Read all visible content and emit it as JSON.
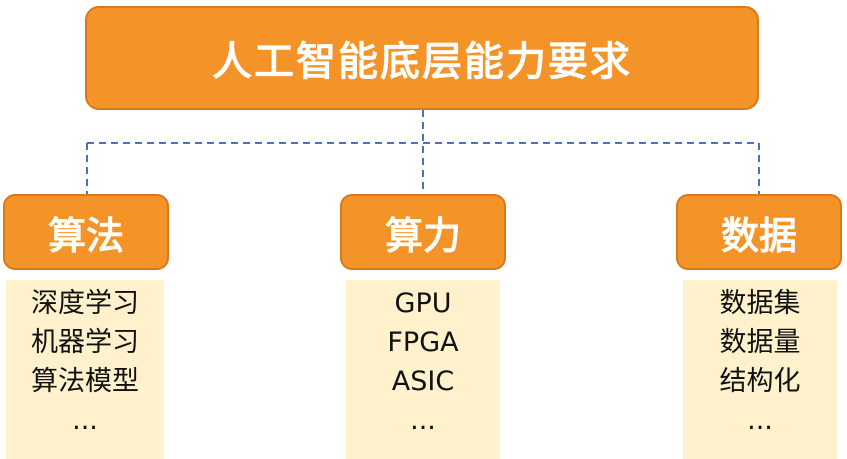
{
  "root": {
    "label": "人工智能底层能力要求"
  },
  "branches": [
    {
      "label": "算法",
      "items": [
        "深度学习",
        "机器学习",
        "算法模型",
        "..."
      ]
    },
    {
      "label": "算力",
      "items": [
        "GPU",
        "FPGA",
        "ASIC",
        "..."
      ]
    },
    {
      "label": "数据",
      "items": [
        "数据集",
        "数据量",
        "结构化",
        "..."
      ]
    }
  ],
  "colors": {
    "box_fill": "#f49328",
    "box_border": "#d9791a",
    "list_fill": "#fff1cc",
    "connector": "#4a72c2"
  }
}
